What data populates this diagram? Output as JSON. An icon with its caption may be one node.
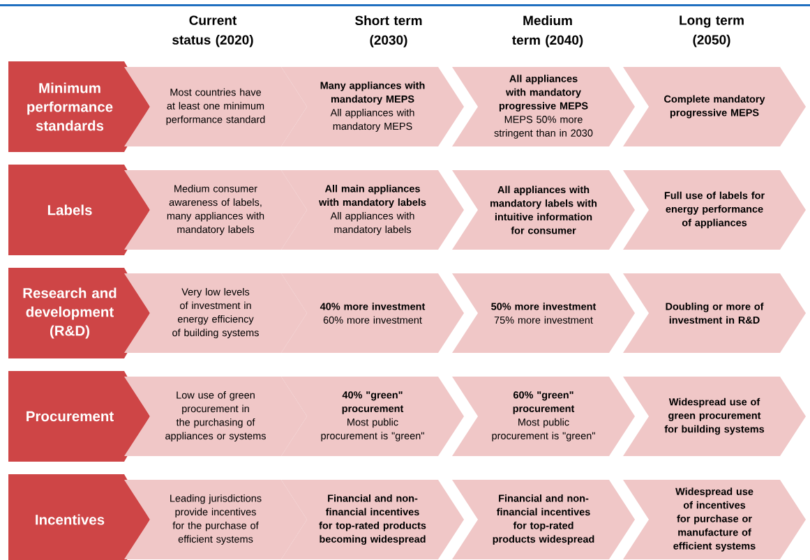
{
  "diagram": {
    "nodes": [
      {
        "text": [
          "Minimum performance standards"
        ]
      },
      {
        "text": [
          "Most countries have at least one minimum performance standard"
        ]
      },
      {
        "text": [
          "Many appliances with mandatory MEPS",
          "All appliances with mandatory MEPS"
        ]
      },
      {
        "text": [
          "All appliances with mandatory progressive MEPS",
          "MEPS 50% more stringent than in 2030"
        ]
      },
      {
        "text": [
          "Complete mandatory progressive MEPS"
        ]
      },
      {
        "text": [
          "Labels"
        ]
      },
      {
        "text": [
          "Medium consumer awareness of labels, many appliances with mandatory labels"
        ]
      },
      {
        "text": [
          "All main appliances with mandatory labels",
          "All appliances with mandatory labels"
        ]
      },
      {
        "text": [
          "All appliances with mandatory labels with intuitive information for consumer"
        ]
      },
      {
        "text": [
          "Full use of labels for energy performance of appliances"
        ]
      },
      {
        "text": [
          "Research and development (R&D)"
        ]
      },
      {
        "text": [
          "Very low levels of investment in energy efficiency of building systems"
        ]
      },
      {
        "text": [
          "40% more investment",
          "60% more investment"
        ]
      },
      {
        "text": [
          "50% more investment",
          "75% more investment"
        ]
      },
      {
        "text": [
          "Doubling or more of investment in R&D"
        ]
      },
      {
        "text": [
          "Procurement"
        ]
      },
      {
        "text": [
          "Low use of green procurement in the purchasing of appliances or systems"
        ]
      },
      {
        "text": [
          "40% \"green\" procurement",
          "Most public procurement is \"green\""
        ]
      },
      {
        "text": [
          "60% \"green\" procurement",
          "Most public procurement is \"green\""
        ]
      },
      {
        "text": [
          "Widespread use of green procurement for building systems"
        ]
      },
      {
        "text": [
          "Incentives"
        ]
      },
      {
        "text": [
          "Leading jurisdictions provide incentives for the purchase of efficient systems"
        ]
      },
      {
        "text": [
          "Financial and non-financial incentives for top-rated products becoming widespread"
        ]
      },
      {
        "text": [
          "Financial and non-financial incentives for top-rated products widespread"
        ]
      },
      {
        "text": [
          "Widespread use of incentives for purchase or manufacture of efficient systems"
        ]
      }
    ],
    "labels": [
      "Current status (2020)",
      "Short term (2030)",
      "Medium term (2040)",
      "Long term (2050)"
    ]
  }
}
